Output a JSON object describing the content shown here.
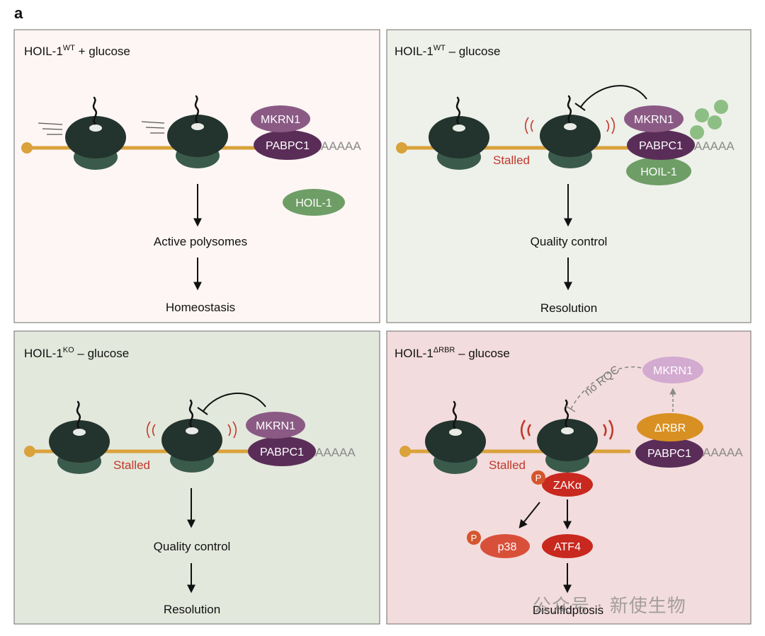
{
  "figure_label": "a",
  "panels": [
    {
      "title_prefix": "HOIL-1",
      "title_sup": "WT",
      "title_suffix": " + glucose",
      "proteins": {
        "mkrn1": "MKRN1",
        "pabpc1": "PABPC1",
        "polya": "AAAAA",
        "hoil1": "HOIL-1"
      },
      "steps": [
        "Active polysomes",
        "Homeostasis"
      ]
    },
    {
      "title_prefix": "HOIL-1",
      "title_sup": "WT",
      "title_suffix": " – glucose",
      "stalled": "Stalled",
      "proteins": {
        "mkrn1": "MKRN1",
        "pabpc1": "PABPC1",
        "polya": "AAAAA",
        "hoil1": "HOIL-1"
      },
      "steps": [
        "Quality control",
        "Resolution"
      ]
    },
    {
      "title_prefix": "HOIL-1",
      "title_sup": "KO",
      "title_suffix": " – glucose",
      "stalled": "Stalled",
      "proteins": {
        "mkrn1": "MKRN1",
        "pabpc1": "PABPC1",
        "polya": "AAAAA"
      },
      "steps": [
        "Quality control",
        "Resolution"
      ]
    },
    {
      "title_prefix": "HOIL-1",
      "title_sup": "ΔRBR",
      "title_suffix": " – glucose",
      "stalled": "Stalled",
      "no_rqc": "no RQC",
      "proteins": {
        "mkrn1": "MKRN1",
        "drbr": "ΔRBR",
        "pabpc1": "PABPC1",
        "polya": "AAAAA",
        "zak": "ZAKα",
        "p38": "p38",
        "atf4": "ATF4",
        "phospho": "P"
      },
      "steps": [
        "Disulfidptosis"
      ]
    }
  ],
  "watermark": "公众号 · 新使生物",
  "colors": {
    "panel1_bg": "#fdf6f4",
    "panel2_bg": "#eef0ea",
    "panel3_bg": "#e3e8dc",
    "panel4_bg": "#f3dcdd",
    "mrna": "#d9a23a",
    "ribosome_top": "#23332e",
    "ribosome_bottom": "#3a5a4c",
    "mkrn1": "#8a5a85",
    "mkrn1_faded": "#d3aad0",
    "pabpc1": "#5a2d58",
    "hoil1": "#6e9e66",
    "drbr": "#d99023",
    "stalled_text": "#c0392b",
    "zak": "#c8281e",
    "p38": "#d9503a",
    "phospho": "#d4562e"
  }
}
